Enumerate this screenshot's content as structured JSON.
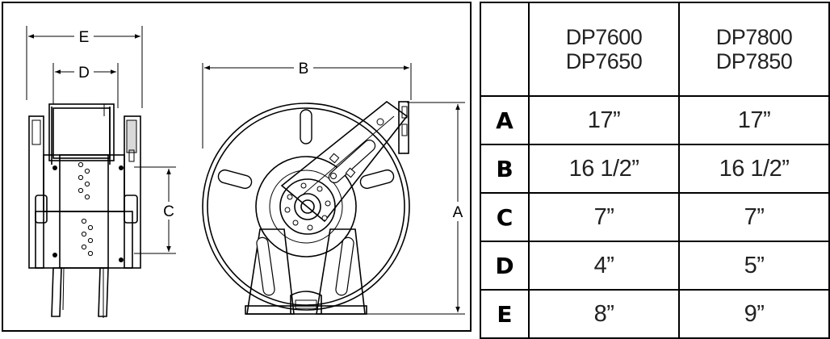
{
  "drawing": {
    "dim_labels": {
      "a": "A",
      "b": "B",
      "c": "C",
      "d": "D",
      "e": "E"
    }
  },
  "table": {
    "columns": [
      {
        "line1": "DP7600",
        "line2": "DP7650"
      },
      {
        "line1": "DP7800",
        "line2": "DP7850"
      }
    ],
    "rows": [
      {
        "label": "A",
        "values": [
          "17”",
          "17”"
        ]
      },
      {
        "label": "B",
        "values": [
          "16 1/2”",
          "16 1/2”"
        ]
      },
      {
        "label": "C",
        "values": [
          "7”",
          "7”"
        ]
      },
      {
        "label": "D",
        "values": [
          "4”",
          "5”"
        ]
      },
      {
        "label": "E",
        "values": [
          "8”",
          "9”"
        ]
      }
    ]
  }
}
